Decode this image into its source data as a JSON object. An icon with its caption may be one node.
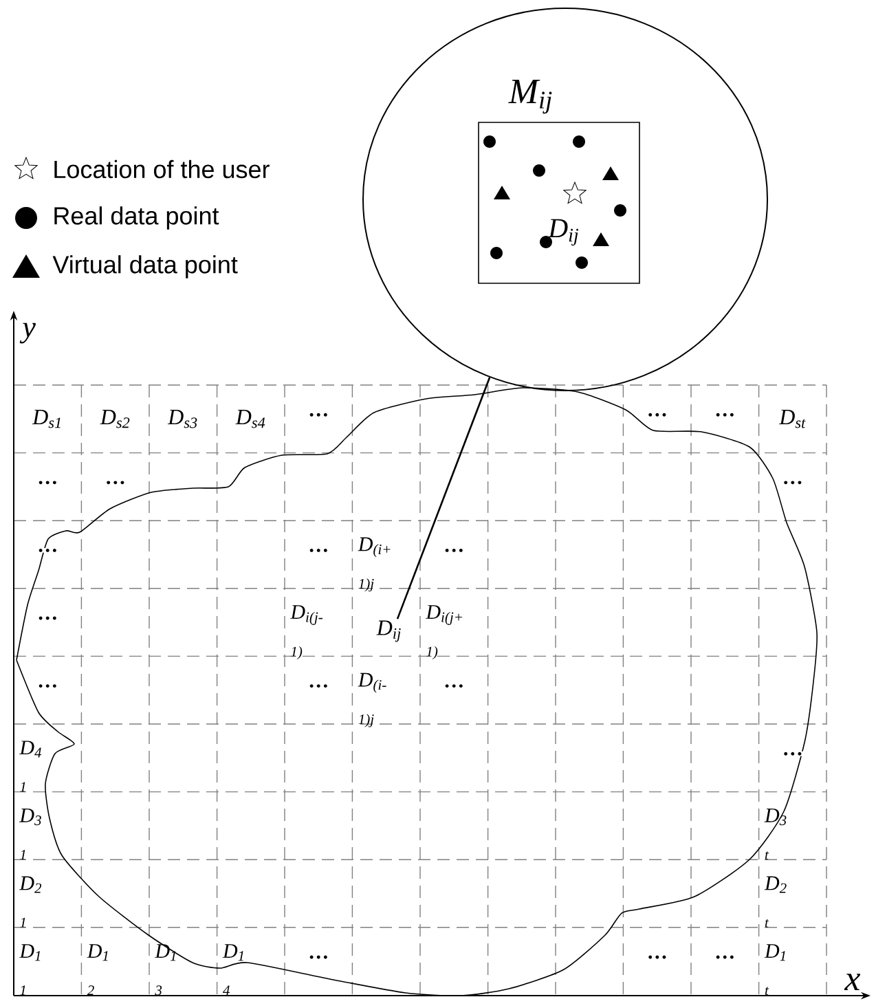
{
  "diagram": {
    "nodes": [
      {
        "text": [],
        "shape": "circle"
      },
      {
        "text": [
          "M$_{ij}$",
          "D$_{ij}$"
        ],
        "in": 0
      },
      {
        "text": [
          "D$_{ij}$"
        ]
      }
    ],
    "edges": [
      {
        "from": 2,
        "to": 0,
        "arrow": "none"
      }
    ],
    "labels": [
      "y",
      "D$_{s1}$",
      "D$_{s2}$",
      "D$_{s3}$",
      "D$_{s4}$",
      "…",
      "…",
      "…",
      "D$_{st}$",
      "…",
      "…",
      "…",
      "…",
      "…",
      "D$_{(i+}$ $_{1)j}$",
      "…",
      "…",
      "D$_{i(j-}$ $_{1)}$",
      "D$_{i(j+}$ $_{1)}$",
      "…",
      "…",
      "D$_{(i-}$ $_{1)j}$",
      "…",
      "D$_{4}$ $_{1}$",
      "…",
      "D$_{3}$ $_{1}$",
      "D$_{3}$ $_{t}$",
      "D$_{2}$ $_{1}$",
      "D$_{2}$ $_{t}$",
      "D$_{1}$ $_{1}$",
      "D$_{1}$ $_{2}$",
      "D$_{1}$ $_{3}$",
      "D$_{1}$ $_{4}$",
      "…",
      "…",
      "…",
      "D$_{1}$ $_{t}$",
      "x"
    ],
    "legend": [
      {
        "text": "Location of the user"
      },
      {
        "text": "Real data point"
      },
      {
        "text": "Virtual data point"
      }
    ]
  }
}
